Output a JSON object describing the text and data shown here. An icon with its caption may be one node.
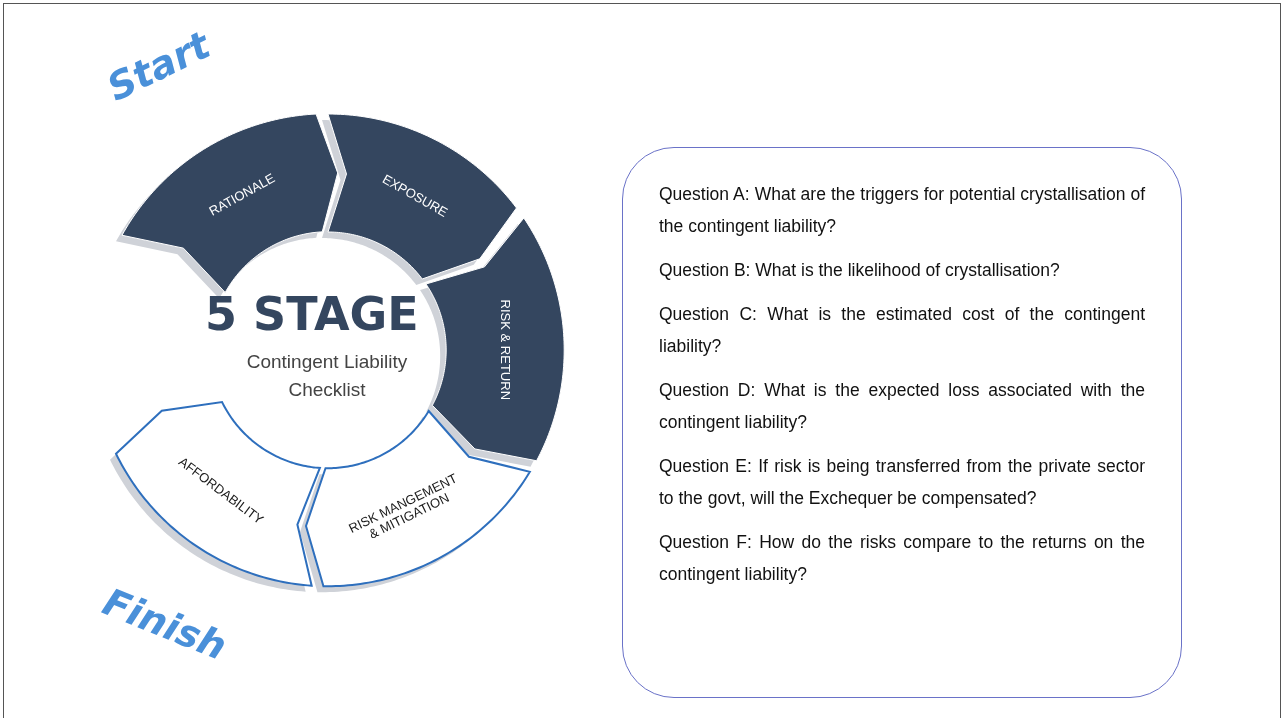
{
  "diagram": {
    "title": "5 STAGE",
    "nodes": [
      {
        "text": [
          "RATIONALE"
        ]
      },
      {
        "text": [
          "EXPOSURE"
        ]
      },
      {
        "text": [
          "RISK & RETURN"
        ]
      },
      {
        "text": [
          "RISK MANGEMENT & MITIGATION"
        ]
      },
      {
        "text": [
          "AFFORDABILITY"
        ]
      },
      {
        "text": [
          "Question A: What are the triggers for potential crystallisation of the contingent liability?",
          "Question B: What is the likelihood of crystallisation?",
          "Question C: What is the estimated cost of the contingent liability?",
          "Question D: What is the expected loss associated with the contingent liability?",
          "Question E: If risk is being transferred from the private sector to the govt, will the Exchequer be compensated?",
          "Question F: How do the risks compare to the returns on the contingent liability?"
        ]
      }
    ],
    "labels": [
      "Start",
      "Contingent Liability Checklist",
      "Finish"
    ]
  }
}
